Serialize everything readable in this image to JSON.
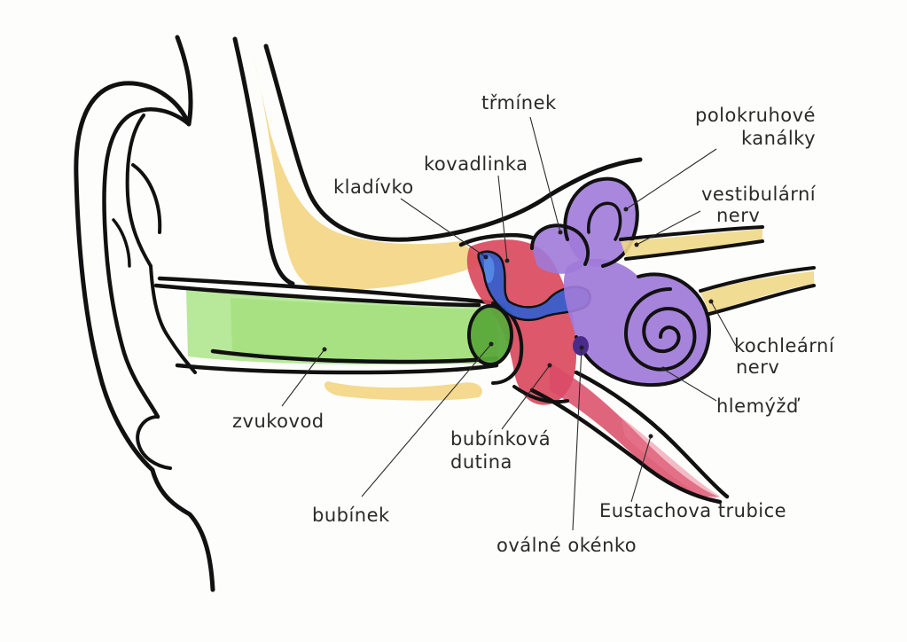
{
  "labels": {
    "stapes": "třmínek",
    "semicircular_canals_1": "polokruhové",
    "semicircular_canals_2": "kanálky",
    "incus": "kovadlinka",
    "malleus": "kladívko",
    "vestibular_nerve_1": "vestibulární",
    "vestibular_nerve_2": "nerv",
    "cochlear_nerve_1": "kochleární",
    "cochlear_nerve_2": "nerv",
    "cochlea": "hlemýžď",
    "ear_canal": "zvukovod",
    "tympanic_cavity_1": "bubínková",
    "tympanic_cavity_2": "dutina",
    "eardrum": "bubínek",
    "eustachian_tube": "Eustachova trubice",
    "oval_window": "oválné okénko"
  },
  "colors": {
    "bone": "#f2d27a",
    "ear_canal": "#a6e07f",
    "eardrum": "#5aa83a",
    "middle_ear": "#d9465a",
    "eustachian": "#d94a66",
    "ossicles": "#2f5fd0",
    "inner_ear": "#a07ad8",
    "nerve": "#f0d888",
    "ink": "#111111"
  }
}
